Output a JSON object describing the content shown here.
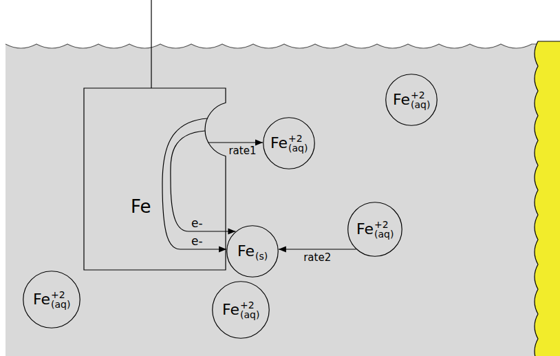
{
  "diagram": {
    "nodes": [
      {
        "text": [
          "Fe"
        ]
      },
      {
        "text": [
          "Fe",
          "+2",
          "(aq)"
        ]
      },
      {
        "text": [
          "Fe",
          "+2",
          "(aq)"
        ]
      },
      {
        "text": [
          "Fe",
          "(s)"
        ]
      },
      {
        "text": [
          "Fe",
          "+2",
          "(aq)"
        ]
      },
      {
        "text": [
          "Fe",
          "+2",
          "(aq)"
        ]
      },
      {
        "text": [
          "Fe",
          "+2",
          "(aq)"
        ]
      }
    ],
    "edges": [
      {
        "from": 0,
        "to": 2,
        "arrow": "to",
        "label": "rate1"
      },
      {
        "from": 4,
        "to": 3,
        "arrow": "to",
        "label": "rate2"
      },
      {
        "from": 0,
        "to": 3,
        "arrow": "to",
        "label": "e-"
      },
      {
        "from": 0,
        "to": 3,
        "arrow": "to",
        "label": "e-"
      }
    ]
  }
}
